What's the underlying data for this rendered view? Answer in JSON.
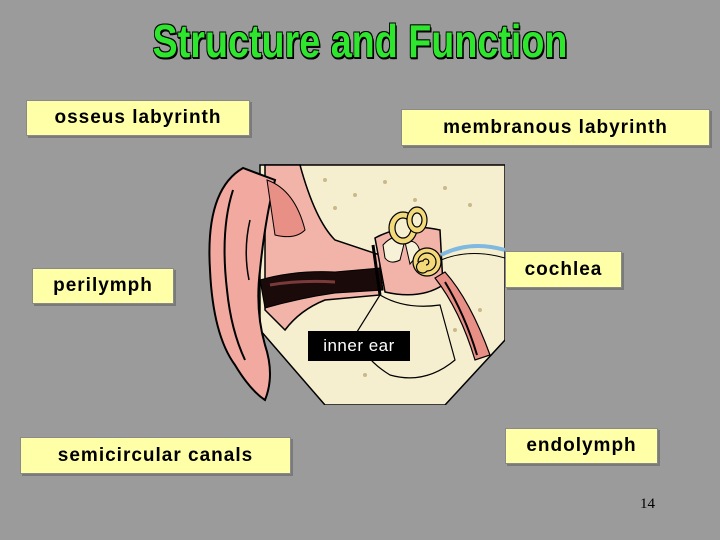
{
  "title": "Structure and Function",
  "labels": {
    "osseus": "osseus labyrinth",
    "membranous": "membranous labyrinth",
    "perilymph": "perilymph",
    "cochlea": "cochlea",
    "inner_ear": "inner ear",
    "semicircular": "semicircular canals",
    "endolymph": "endolymph"
  },
  "page_number": "14",
  "colors": {
    "background": "#9b9b9b",
    "title": "#2ee62e",
    "label_bg": "#ffffa8"
  }
}
